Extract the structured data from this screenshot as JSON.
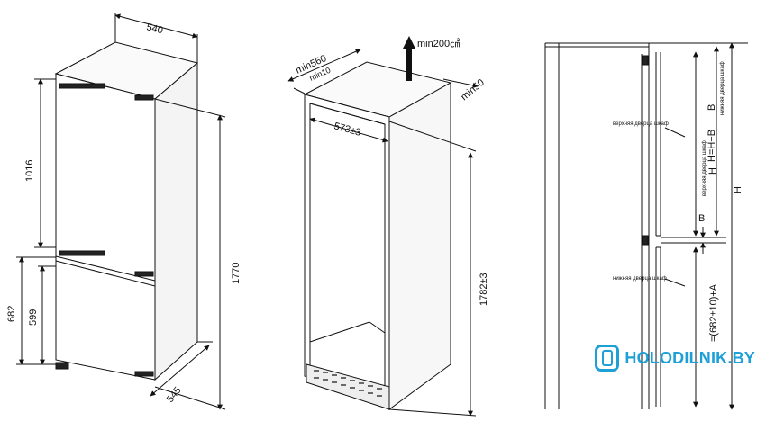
{
  "diagram": {
    "fridge": {
      "width": "540",
      "depth": "545",
      "height": "1770",
      "upper_height": "1016",
      "lower_height": "682",
      "lower_inner": "599"
    },
    "niche": {
      "min_depth": "min560",
      "min_side": "min10",
      "min_rear": "min50",
      "vent": "min200㎠",
      "inner_width": "573±3",
      "height": "1782±3"
    },
    "door": {
      "upper_label": "верхняя дверца шкаф",
      "upper_label_vertical": "верхняя дверца шкаф",
      "upper_label_vertical2": "нижняя дверца шкаф",
      "lower_label": "нижняя дверца шкаф",
      "dim_upper": "H=H−B",
      "dim_B_top": "B",
      "dim_B": "B",
      "dim_H_short": "H",
      "dim_H_total": "H",
      "dim_lower": "=(682±10)+A"
    }
  },
  "watermark": {
    "text": "HOLODILNIK.BY",
    "color": "#1e9fd6"
  }
}
